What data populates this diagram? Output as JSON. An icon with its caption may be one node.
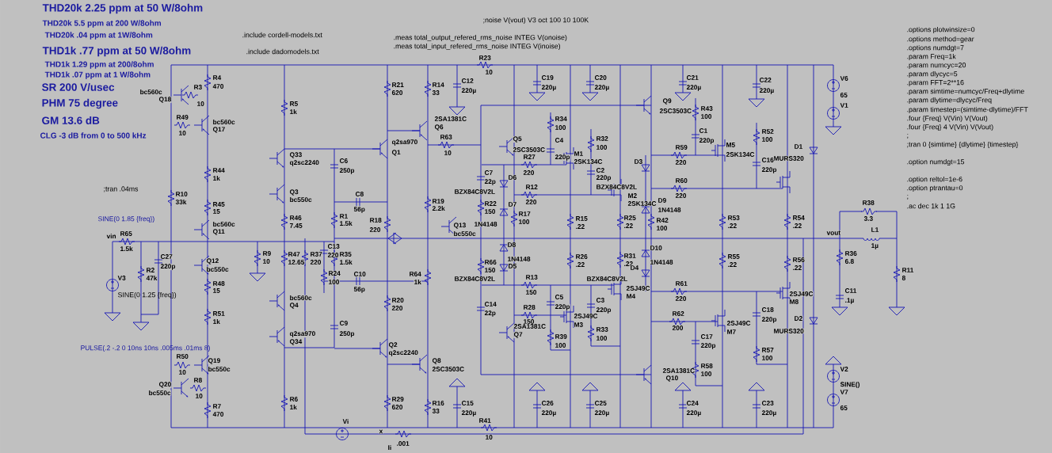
{
  "diagram": {
    "labels": [
      "THD20k 2.25 ppm at 50 W/8ohm",
      "THD20k 5.5 ppm at 200 W/8ohm",
      "THD20k .04 ppm at 1W/8ohm",
      "THD1k .77 ppm at 50 W/8ohm",
      "THD1k 1.29 ppm at 200/8ohm",
      "THD1k .07 ppm at 1 W/8ohm",
      "SR 200 V/usec",
      "PHM 75 degree",
      "GM 13.6 dB",
      "CLG -3 dB from 0 to 500 kHz",
      ";noise V(vout) V3 oct 100 10 100K",
      ".include cordell-models.txt",
      ".meas total_output_refered_rms_noise INTEG V(onoise)",
      ".meas total_input_refered_rms_noise INTEG V(inoise)",
      ".include dadomodels.txt",
      ".options plotwinsize=0",
      ".options method=gear",
      ".options numdgt=7",
      ".param Freq=1k",
      ".param numcyc=20",
      ".param dlycyc=5",
      ".param FFT=2**16",
      ".param simtime=numcyc/Freq+dlytime",
      ".param dlytime=dlycyc/Freq",
      ".param timestep=(simtime-dlytime)/FFT",
      ".four {Freq} V(Vin) V(Vout)",
      ".four {Freq} 4 V(Vin) V(Vout)",
      ";",
      ";tran 0 {simtime} {dlytime} {timestep}",
      ".option numdgt=15",
      ".option reltol=1e-6",
      ".option ptrantau=0",
      ";",
      ".ac dec 1k 1 1G",
      ";tran .04ms",
      "SINE(0 1.85 {freq})",
      "SINE(0 1.25 {freq})",
      "PULSE(.2 -.2 0 10ns 10ns .005ms .01ms 8)",
      "R23",
      "10",
      "R4",
      "470",
      "R21",
      "620",
      "R14",
      "33",
      "C12",
      "220µ",
      "C19",
      "220µ",
      "C20",
      "220µ",
      "C21",
      "220µ",
      "C22",
      "220µ",
      "V6",
      "65",
      "bc560c",
      "Q18",
      "R3",
      "10",
      "Q9",
      "2SC3503C",
      "R5",
      "1k",
      "V1",
      "R43",
      "100",
      "R34",
      "100",
      "2SA1381C",
      "Q6",
      "R49",
      "10",
      "bc560c",
      "Q17",
      "C1",
      "220p",
      "R52",
      "100",
      "R63",
      "10",
      "R32",
      "100",
      "Q5",
      "2SC3503C",
      "C4",
      "220p",
      "M1",
      "2SK134C",
      "R59",
      "220",
      "M5",
      "2SK134C",
      "q2sa970",
      "Q1",
      "R27",
      "220",
      "Q33",
      "q2sc2240",
      "C6",
      "250p",
      "MURS320",
      "D1",
      "C16",
      "220p",
      "D3",
      "R44",
      "1k",
      "C7",
      "22p",
      "D6",
      "C2",
      "220p",
      "BZX84C8V2L",
      "M2",
      "2SK134C",
      "R12",
      "220",
      "R60",
      "220",
      "BZX84C8V2L",
      "Q3",
      "bc550c",
      "C8",
      "56p",
      "R10",
      "33k",
      "R19",
      "2.2k",
      "R22",
      "150",
      "D9",
      "D7",
      "R45",
      "15",
      "R17",
      "100",
      "1N4148",
      "R15",
      ".22",
      "R25",
      ".22",
      "1N4148",
      "R42",
      "100",
      "R46",
      "7.45",
      "R1",
      "1.5k",
      "R18",
      "220",
      "bc560c",
      "Q11",
      "Q13",
      "bc550c",
      "R53",
      ".22",
      "R54",
      ".22",
      "R38",
      "3.3",
      "vin",
      "R65",
      "1.5k",
      "vout",
      "L1",
      "1µ",
      "D8",
      "1N4148",
      "D10",
      "1N4148",
      "R9",
      "10",
      "R47",
      "12.65",
      "R37",
      "220",
      "C13",
      "220",
      "R35",
      "1.5k",
      "R24",
      "100",
      "C10",
      "56p",
      "R64",
      "1k",
      "R26",
      ".22",
      "R31",
      ".22",
      "R36",
      "6.8",
      "R55",
      ".22",
      "R56",
      ".22",
      "C27",
      "220p",
      "Q12",
      "bc550c",
      "R66",
      "150",
      "D5",
      "D4",
      "R2",
      "47k",
      "V3",
      "R11",
      "8",
      "BZX84C8V2L",
      "R13",
      "150",
      "BZX84C8V2L",
      "R61",
      "220",
      "2SJ49C",
      "M4",
      "R48",
      "15",
      "C11",
      ".1µ",
      "2SJ49C",
      "M8",
      "C5",
      "220p",
      "bc560c",
      "Q4",
      "C3",
      "220p",
      "R20",
      "220",
      "C14",
      "22p",
      "R28",
      "150",
      "C18",
      "220p",
      "R51",
      "1k",
      "R62",
      "200",
      "2SJ49C",
      "M3",
      "D2",
      "C9",
      "250p",
      "2SJ49C",
      "M7",
      "MURS320",
      "R33",
      "100",
      "2SA1381C",
      "Q7",
      "R39",
      "100",
      "q2sa970",
      "Q34",
      "C17",
      "220p",
      "Q2",
      "q2sc2240",
      "R57",
      "100",
      "R50",
      "10",
      "Q19",
      "bc550c",
      "Q8",
      "2SC3503C",
      "R58",
      "100",
      "V2",
      "2SA1381C",
      "Q10",
      "SINE()",
      "R8",
      "10",
      "Q20",
      "bc550c",
      "V7",
      "65",
      "R6",
      "1k",
      "R29",
      "620",
      "R16",
      "33",
      "C15",
      "220µ",
      "C26",
      "220µ",
      "C25",
      "220µ",
      "C24",
      "220µ",
      "C23",
      "220µ",
      "R7",
      "470",
      "R41",
      "10",
      "Vi",
      "x",
      ".001",
      "Ii"
    ]
  }
}
